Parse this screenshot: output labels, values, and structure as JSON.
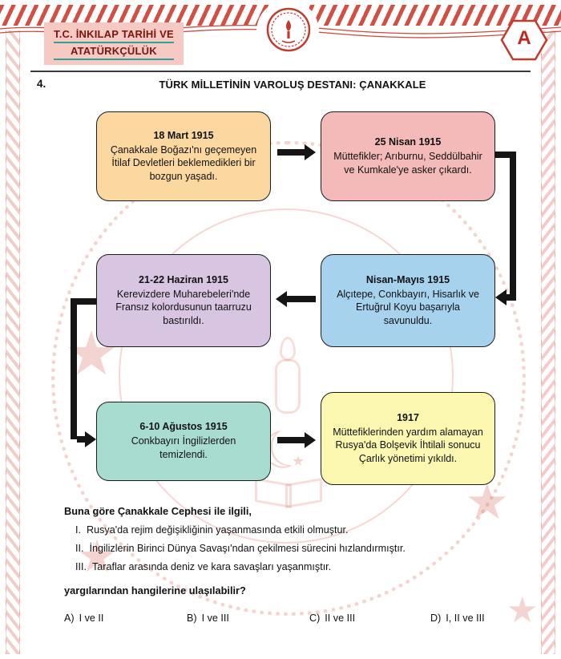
{
  "theme": {
    "accent_red": "#c0392b",
    "accent_teal": "#2aa49a",
    "arrow_color": "#151515",
    "star_glyph": "★",
    "crescent_glyph": "☾"
  },
  "header": {
    "course_line1": "T.C. İNKILAP TARİHİ VE",
    "course_line2": "ATATÜRKÇÜLÜK",
    "booklet_letter": "A"
  },
  "question": {
    "number": "4.",
    "title": "TÜRK MİLLETİNİN VAROLUŞ DESTANI: ÇANAKKALE",
    "stem": "Buna göre Çanakkale Cephesi ile ilgili,",
    "items": [
      {
        "numeral": "I.",
        "text": "Rusya'da rejim değişikliğinin yaşanmasında etkili olmuştur."
      },
      {
        "numeral": "II.",
        "text": "İngilizlerin Birinci Dünya Savaşı'ndan çekilmesi sürecini hızlandırmıştır."
      },
      {
        "numeral": "III.",
        "text": "Taraflar arasında deniz ve kara savaşları yaşanmıştır."
      }
    ],
    "closing": "yargılarından hangilerine ulaşılabilir?",
    "options": [
      {
        "label": "A)",
        "text": "I ve II"
      },
      {
        "label": "B)",
        "text": "I ve III"
      },
      {
        "label": "C)",
        "text": "II ve III"
      },
      {
        "label": "D)",
        "text": "I, II ve III"
      }
    ]
  },
  "flowchart": {
    "boxes": [
      {
        "title": "18 Mart 1915",
        "body": "Çanakkale Boğazı'nı geçemeyen İtilaf Devletleri beklemedikleri bir bozgun yaşadı.",
        "color": "#fbd8a0"
      },
      {
        "title": "25 Nisan 1915",
        "body": "Müttefikler; Arıburnu, Seddülbahir ve Kumkale'ye asker çıkardı.",
        "color": "#f4b9b9"
      },
      {
        "title": "Nisan-Mayıs 1915",
        "body": "Alçıtepe, Conkbayırı, Hisarlık ve Ertuğrul Koyu başarıyla savunuldu.",
        "color": "#a6d2ee"
      },
      {
        "title": "21-22 Haziran 1915",
        "body": "Kerevizdere Muharebeleri'nde Fransız kolordusunun taarruzu bastırıldı.",
        "color": "#d8c5e2"
      },
      {
        "title": "6-10 Ağustos 1915",
        "body": "Conkbayırı İngilizlerden temizlendi.",
        "color": "#a9dcd1"
      },
      {
        "title": "1917",
        "body": "Müttefiklerinden yardım alamayan Rusya'da Bolşevik İhtilali sonucu Çarlık yönetimi yıkıldı.",
        "color": "#fbf7b0"
      }
    ]
  }
}
